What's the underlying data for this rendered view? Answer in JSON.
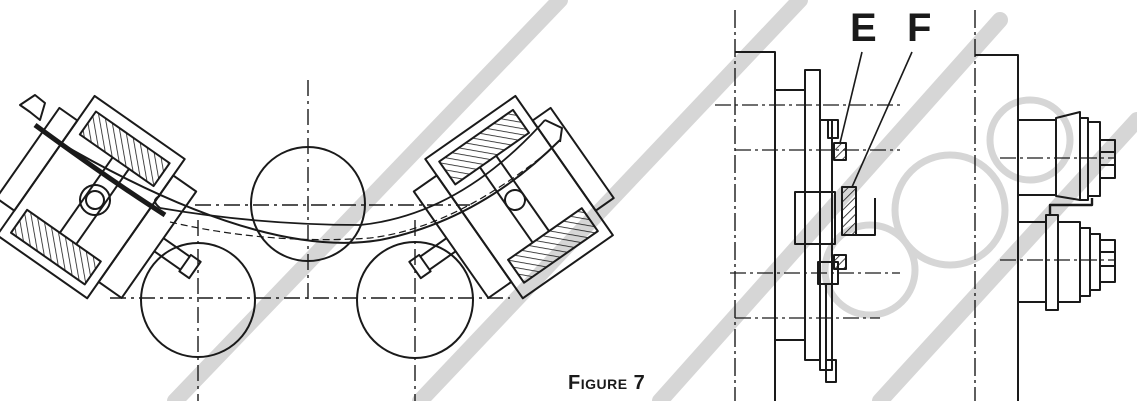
{
  "labels": {
    "e": "E",
    "f": "F"
  },
  "caption": "Figure 7",
  "colors": {
    "ink": "#1a1a1a",
    "watermark": "#d6d6d6"
  }
}
